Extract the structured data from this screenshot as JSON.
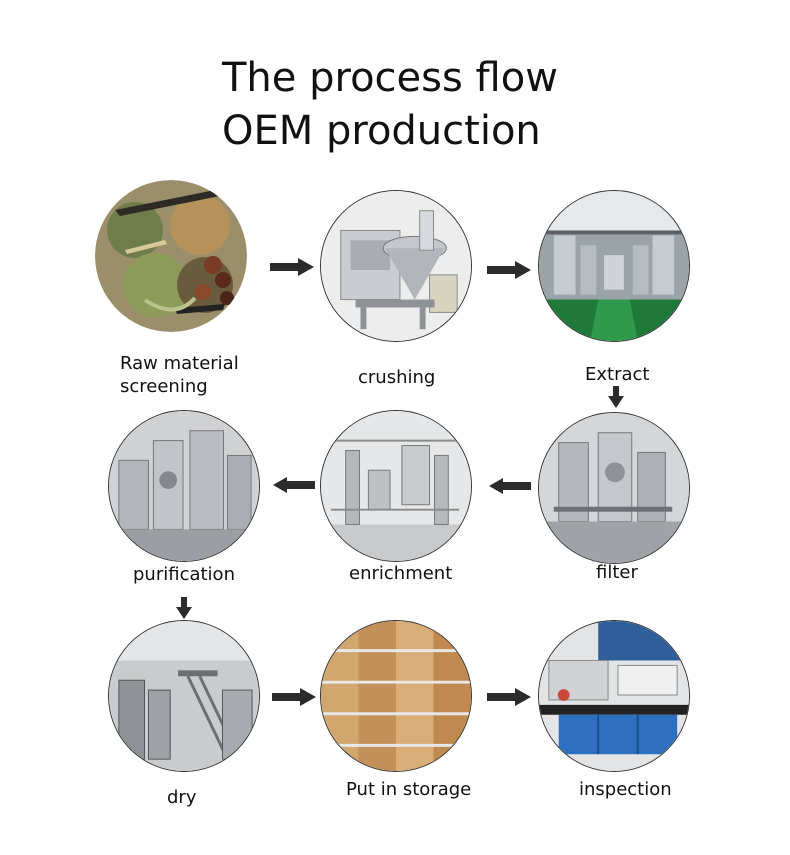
{
  "title": {
    "line1": "The process flow",
    "line2": "OEM production"
  },
  "steps": [
    {
      "label": "Raw material\nscreening"
    },
    {
      "label": "crushing"
    },
    {
      "label": "Extract"
    },
    {
      "label": "filter"
    },
    {
      "label": "enrichment"
    },
    {
      "label": "purification"
    },
    {
      "label": "dry"
    },
    {
      "label": "Put in storage"
    },
    {
      "label": "inspection"
    }
  ],
  "colors": {
    "arrow": "#2b2b2b",
    "steel": "#b9bcc0",
    "floor_green": "#1f7a3a",
    "box_brown": "#c89a63",
    "lab_blue": "#2f6fc0"
  }
}
